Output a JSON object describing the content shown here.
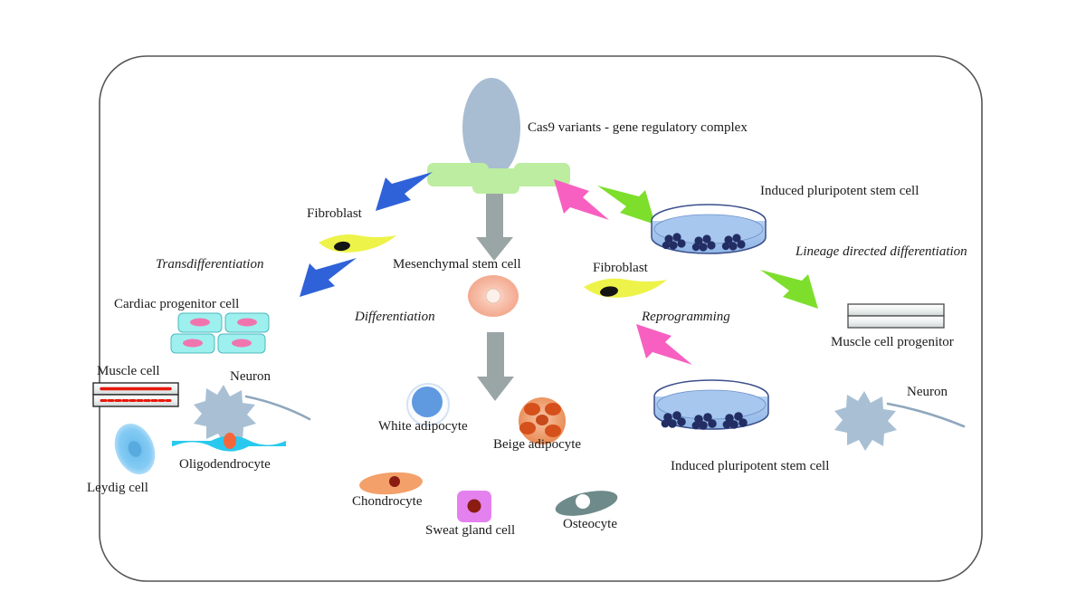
{
  "figure": {
    "title": "Cas9 variants - gene regulatory complex",
    "background_color": "#ffffff",
    "frame_color": "#555555"
  },
  "labels": {
    "cas9_complex": "Cas9 variants - gene regulatory complex",
    "fibroblast_left": "Fibroblast",
    "fibroblast_right": "Fibroblast",
    "transdifferentiation": "Transdifferentiation",
    "cardiac_progenitor": "Cardiac progenitor cell",
    "muscle_cell": "Muscle cell",
    "neuron_left": "Neuron",
    "oligodendrocyte": "Oligodendrocyte",
    "leydig_cell": "Leydig cell",
    "mesenchymal_stem_cell": "Mesenchymal stem cell",
    "differentiation": "Differentiation",
    "white_adipocyte": "White adipocyte",
    "beige_adipocyte": "Beige adipocyte",
    "chondrocyte": "Chondrocyte",
    "sweat_gland_cell": "Sweat gland cell",
    "osteocyte": "Osteocyte",
    "reprogramming": "Reprogramming",
    "ipsc_bottom": "Induced pluripotent stem cell",
    "ipsc_top": "Induced pluripotent stem cell",
    "lineage_directed": "Lineage directed differentiation",
    "muscle_cell_progenitor": "Muscle cell progenitor",
    "neuron_right": "Neuron"
  },
  "colors": {
    "cas9_protein": "#a8bdd2",
    "dna_green": "#bdeda0",
    "arrow_blue": "#2f62d8",
    "arrow_gray": "#9aa5a5",
    "arrow_pink": "#f760c0",
    "arrow_green": "#7ede2c",
    "fibroblast_yellow": "#eef34a",
    "cardiac_cyan": "#9df0ee",
    "cardiac_nucleus": "#f075ae",
    "muscle_fiber_red": "#e8180c",
    "neuron_blue": "#a9c0d4",
    "oligodendrocyte_cyan": "#29c9ef",
    "oligodendrocyte_nucleus": "#f4663a",
    "leydig_blue": "#6fc0ef",
    "msc_peach": "#f6b6a2",
    "white_adipocyte_blue": "#5f9ae0",
    "beige_adipocyte": "#e8703a",
    "chondrocyte_orange": "#f4a06a",
    "sweat_gland_magenta": "#e481ef",
    "osteocyte_gray": "#6f8a8a",
    "dish_media": "#9cc0ec",
    "colony_navy": "#222d63",
    "progenitor_gray": "#d8dedd"
  },
  "pathways": [
    {
      "name": "Transdifferentiation",
      "arrow_color": "#2f62d8",
      "source": "Fibroblast",
      "targets": [
        "Cardiac progenitor cell",
        "Muscle cell",
        "Neuron",
        "Oligodendrocyte",
        "Leydig cell"
      ]
    },
    {
      "name": "Differentiation",
      "arrow_color": "#9aa5a5",
      "source": "Mesenchymal stem cell",
      "targets": [
        "White adipocyte",
        "Beige adipocyte",
        "Chondrocyte",
        "Sweat gland cell",
        "Osteocyte"
      ]
    },
    {
      "name": "Reprogramming",
      "arrow_color": "#f760c0",
      "source": "Fibroblast",
      "targets": [
        "Induced pluripotent stem cell"
      ]
    },
    {
      "name": "Lineage directed differentiation",
      "arrow_color": "#7ede2c",
      "source": "Induced pluripotent stem cell",
      "targets": [
        "Muscle cell progenitor",
        "Neuron"
      ]
    }
  ]
}
